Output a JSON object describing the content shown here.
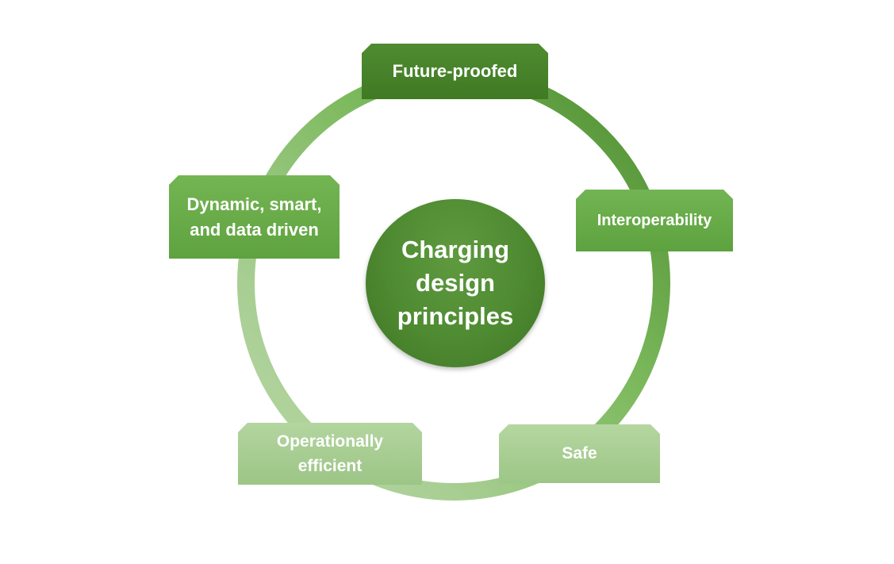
{
  "diagram": {
    "center": {
      "label": "Charging\ndesign\nprinciples"
    },
    "nodes": [
      {
        "id": "future-proofed",
        "label": "Future-proofed"
      },
      {
        "id": "interoperability",
        "label": "Interoperability"
      },
      {
        "id": "safe",
        "label": "Safe"
      },
      {
        "id": "operationally-efficient",
        "label": "Operationally\nefficient"
      },
      {
        "id": "dynamic",
        "label": "Dynamic, smart,\nand data driven"
      }
    ]
  },
  "colors": {
    "dark_green": "#4e8a31",
    "mid_green": "#6aad4b",
    "light_green": "#a9cf94",
    "text": "#ffffff"
  }
}
